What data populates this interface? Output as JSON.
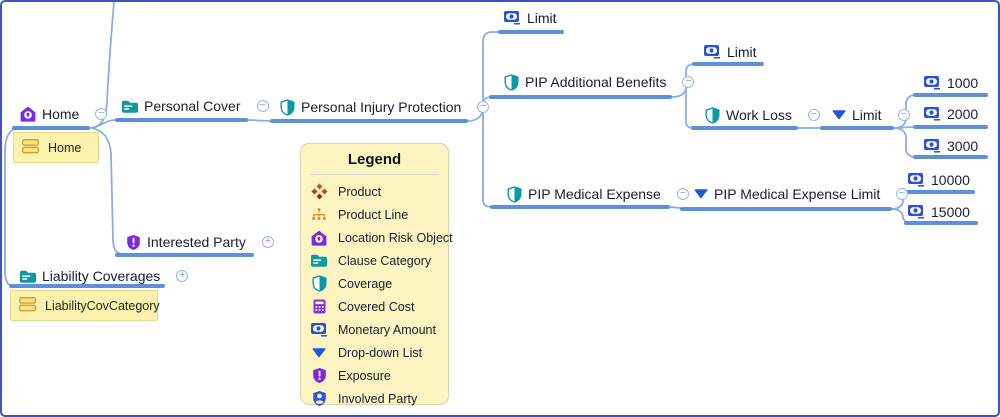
{
  "app": {
    "title": "Product model mind map"
  },
  "controls": {
    "collapse_glyph": "−",
    "expand_glyph": "+"
  },
  "colors": {
    "canvas_border": "#3d55c4",
    "node_underline": "#5e8fd9",
    "edge_line": "#8cadde",
    "teal": "#0c99a6",
    "purple": "#7a2be0",
    "blue": "#2a52d4",
    "orange": "#e08426",
    "red": "#c9452a",
    "category_box_fill": "#fbf2ad",
    "legend_fill": "#fcf5c2"
  },
  "tree": {
    "nodes": {
      "home": {
        "label": "Home",
        "icon": "location-risk-object-icon",
        "expander": "collapse"
      },
      "home_category": {
        "label": "Home",
        "icon": "category-card-icon"
      },
      "personal_cover": {
        "label": "Personal Cover",
        "icon": "clause-category-icon",
        "expander": "collapse"
      },
      "personal_injury_protection": {
        "label": "Personal Injury Protection",
        "icon": "coverage-icon",
        "expander": "collapse"
      },
      "pip_limit": {
        "label": "Limit",
        "icon": "monetary-amount-icon"
      },
      "pip_additional_benefits": {
        "label": "PIP Additional Benefits",
        "icon": "coverage-icon",
        "expander": "collapse"
      },
      "pab_limit": {
        "label": "Limit",
        "icon": "monetary-amount-icon"
      },
      "work_loss": {
        "label": "Work Loss",
        "icon": "coverage-icon",
        "expander": "collapse"
      },
      "work_loss_limit": {
        "label": "Limit",
        "icon": "drop-down-list-icon",
        "expander": "collapse"
      },
      "work_loss_limit_values": [
        {
          "label": "1000",
          "icon": "monetary-amount-icon"
        },
        {
          "label": "2000",
          "icon": "monetary-amount-icon"
        },
        {
          "label": "3000",
          "icon": "monetary-amount-icon"
        }
      ],
      "pip_medical_expense": {
        "label": "PIP Medical Expense",
        "icon": "coverage-icon",
        "expander": "collapse"
      },
      "pip_medical_expense_limit": {
        "label": "PIP Medical Expense Limit",
        "icon": "drop-down-list-icon",
        "expander": "collapse"
      },
      "pip_medical_expense_limit_values": [
        {
          "label": "10000",
          "icon": "monetary-amount-icon"
        },
        {
          "label": "15000",
          "icon": "monetary-amount-icon"
        }
      ],
      "interested_party": {
        "label": "Interested Party",
        "icon": "exposure-icon",
        "expander": "expand"
      },
      "liability_coverages": {
        "label": "Liability Coverages",
        "icon": "clause-category-icon",
        "expander": "expand"
      },
      "liability_cov_category": {
        "label": "LiabilityCovCategory",
        "icon": "category-card-icon"
      }
    },
    "structure": {
      "home": [
        "personal_cover",
        "interested_party",
        "liability_coverages"
      ],
      "personal_cover": [
        "personal_injury_protection"
      ],
      "personal_injury_protection": [
        "pip_limit",
        "pip_additional_benefits",
        "pip_medical_expense"
      ],
      "pip_additional_benefits": [
        "pab_limit",
        "work_loss"
      ],
      "work_loss": [
        "work_loss_limit"
      ],
      "work_loss_limit": [
        "1000",
        "2000",
        "3000"
      ],
      "pip_medical_expense": [
        "pip_medical_expense_limit"
      ],
      "pip_medical_expense_limit": [
        "10000",
        "15000"
      ]
    }
  },
  "legend": {
    "title": "Legend",
    "items": [
      {
        "label": "Product",
        "icon": "product-icon"
      },
      {
        "label": "Product Line",
        "icon": "product-line-icon"
      },
      {
        "label": "Location Risk Object",
        "icon": "location-risk-object-icon"
      },
      {
        "label": "Clause Category",
        "icon": "clause-category-icon"
      },
      {
        "label": "Coverage",
        "icon": "coverage-icon"
      },
      {
        "label": "Covered Cost",
        "icon": "covered-cost-icon"
      },
      {
        "label": "Monetary Amount",
        "icon": "monetary-amount-icon"
      },
      {
        "label": "Drop-down List",
        "icon": "drop-down-list-icon"
      },
      {
        "label": "Exposure",
        "icon": "exposure-icon"
      },
      {
        "label": "Involved Party",
        "icon": "involved-party-icon"
      }
    ]
  }
}
